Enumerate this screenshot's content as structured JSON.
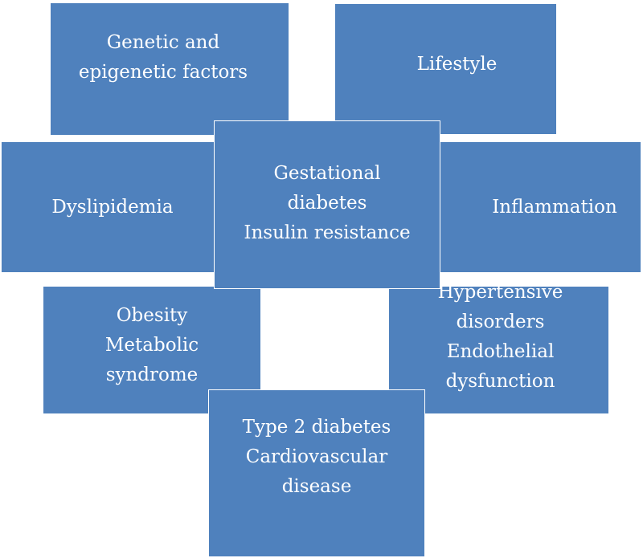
{
  "diagram": {
    "factors": {
      "genetic": [
        "Genetic and",
        "epigenetic factors"
      ],
      "lifestyle": [
        "Lifestyle"
      ],
      "dyslipidemia": [
        "Dyslipidemia"
      ],
      "inflammation": [
        "Inflammation"
      ],
      "obesity": [
        "Obesity",
        "Metabolic",
        "syndrome"
      ],
      "hypertensive": [
        "Hypertensive",
        "disorders",
        "Endothelial",
        "dysfunction"
      ]
    },
    "center": [
      "Gestational",
      "diabetes",
      "Insulin resistance"
    ],
    "outcome": [
      "Type 2 diabetes",
      "Cardiovascular",
      "disease"
    ]
  },
  "colors": {
    "box_fill": "#4f81bd",
    "box_border": "#ffffff",
    "text": "#ffffff"
  }
}
